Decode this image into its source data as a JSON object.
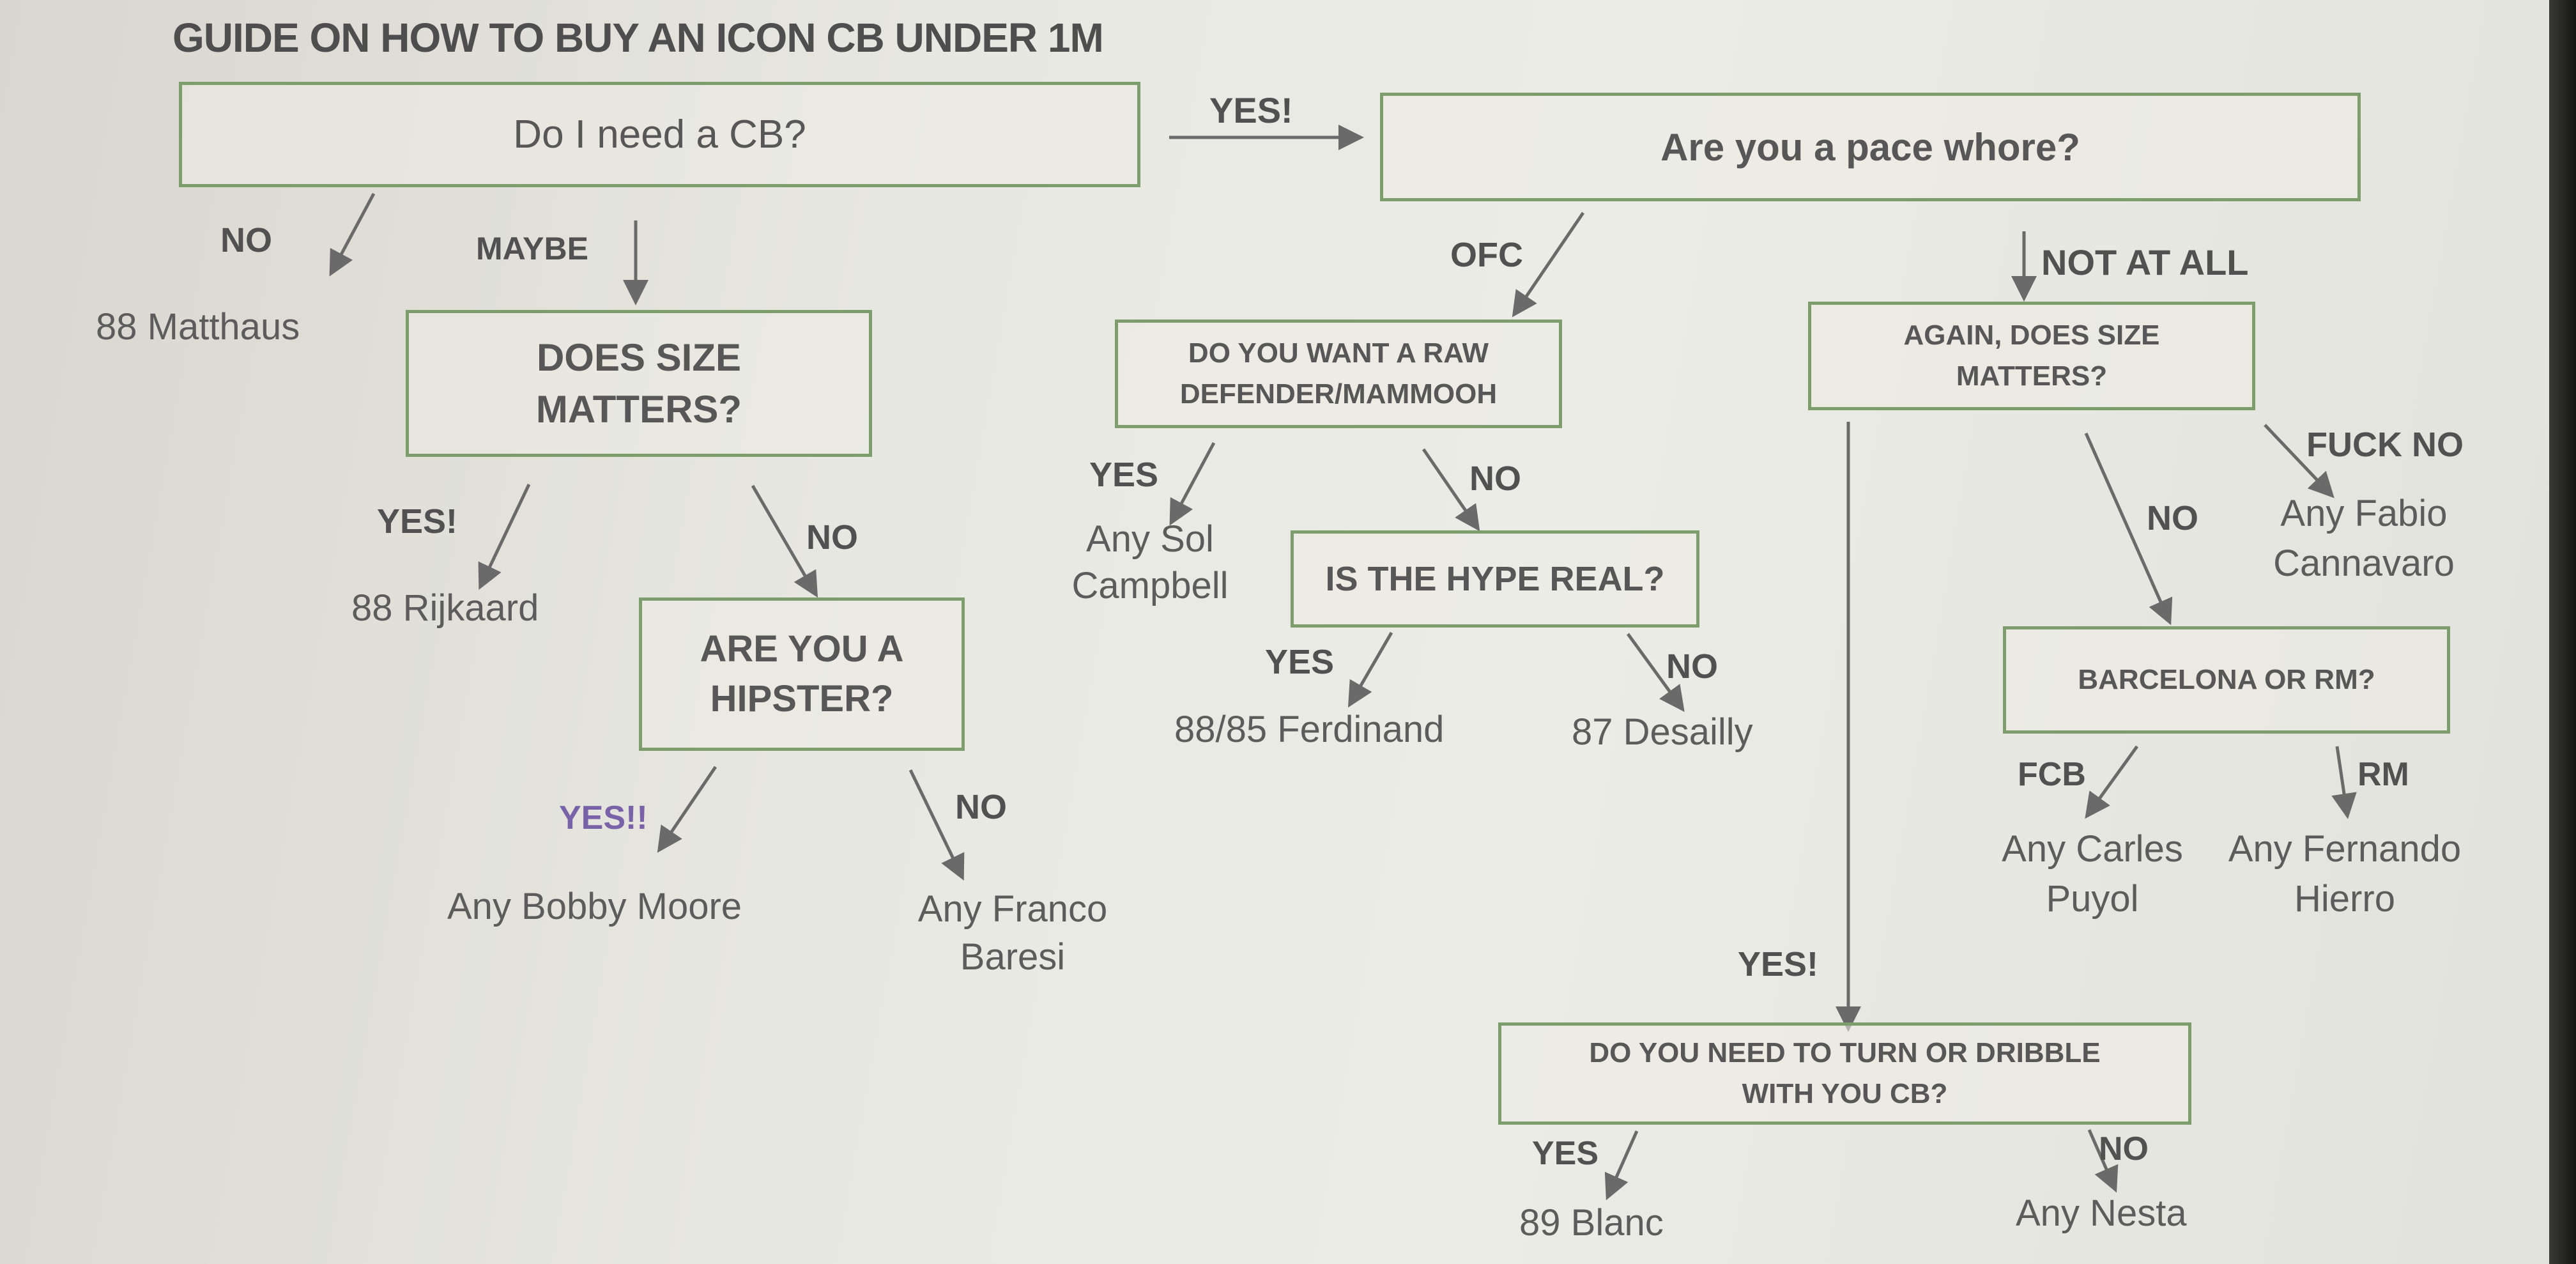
{
  "title": "GUIDE ON HOW TO BUY AN ICON CB UNDER 1M",
  "nodes": {
    "need_cb": "Do I need a CB?",
    "pace": "Are you a pace whore?",
    "size1_line1": "DOES SIZE",
    "size1_line2": "MATTERS?",
    "raw_line1": "DO YOU WANT A RAW",
    "raw_line2": "DEFENDER/MAMMOOH",
    "size2_line1": "AGAIN, DOES SIZE",
    "size2_line2": "MATTERS?",
    "hype": "IS THE HYPE REAL?",
    "hipster_line1": "ARE YOU A",
    "hipster_line2": "HIPSTER?",
    "barca_rm": "BARCELONA OR RM?",
    "turn_line1": "DO YOU NEED TO TURN OR DRIBBLE",
    "turn_line2": "WITH YOU CB?"
  },
  "edges": {
    "yes_pace": "YES!",
    "no_matthaus": "NO",
    "maybe": "MAYBE",
    "ofc": "OFC",
    "not_at_all": "NOT AT ALL",
    "yes_rijkaard": "YES!",
    "no_hipster": "NO",
    "yes_sol": "YES",
    "no_hype": "NO",
    "fuck_no": "FUCK NO",
    "no_barca": "NO",
    "yes_ferdinand": "YES",
    "no_desailly": "NO",
    "yes_moore": "YES!!",
    "no_baresi": "NO",
    "fcb": "FCB",
    "rm": "RM",
    "yes_turn": "YES!",
    "yes_blanc": "YES",
    "no_nesta": "NO"
  },
  "answers": {
    "matthaus": "88 Matthaus",
    "rijkaard": "88 Rijkaard",
    "sol_line1": "Any Sol",
    "sol_line2": "Campbell",
    "cannavaro_line1": "Any Fabio",
    "cannavaro_line2": "Cannavaro",
    "ferdinand": "88/85 Ferdinand",
    "desailly": "87 Desailly",
    "moore": "Any Bobby Moore",
    "baresi_line1": "Any Franco",
    "baresi_line2": "Baresi",
    "puyol_line1": "Any Carles",
    "puyol_line2": "Puyol",
    "hierro_line1": "Any Fernando",
    "hierro_line2": "Hierro",
    "blanc": "89 Blanc",
    "nesta": "Any Nesta"
  },
  "colors": {
    "box_border": "#7d9e6c",
    "text": "#4a4a4a",
    "yes_highlight": "#7a62a8",
    "background": "#e6e6e0"
  }
}
